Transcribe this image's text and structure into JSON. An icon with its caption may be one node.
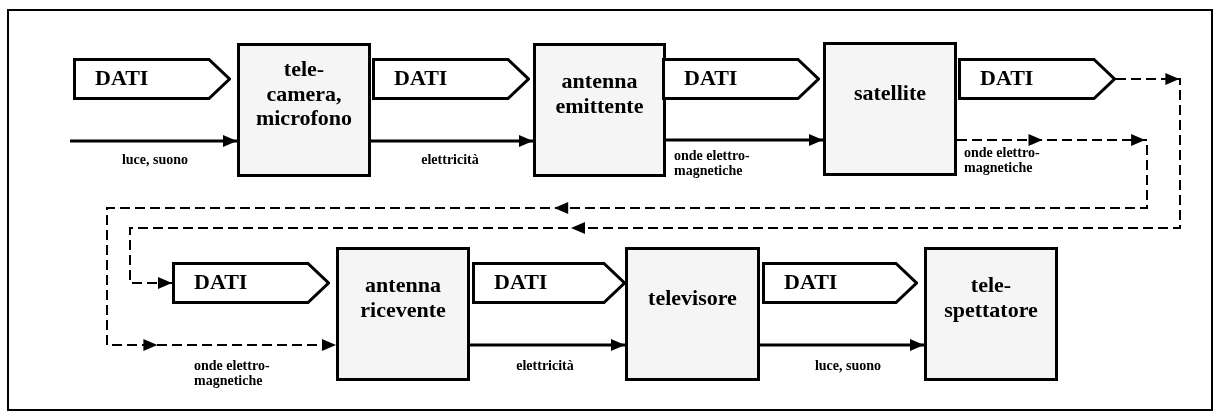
{
  "diagram": {
    "nodes": [
      {
        "text": [
          "DATI"
        ]
      },
      {
        "text": [
          "tele-camera, microfono"
        ]
      },
      {
        "text": [
          "DATI"
        ]
      },
      {
        "text": [
          "antenna emittente"
        ]
      },
      {
        "text": [
          "DATI"
        ]
      },
      {
        "text": [
          "satellite"
        ]
      },
      {
        "text": [
          "DATI"
        ]
      },
      {
        "text": [
          "DATI"
        ]
      },
      {
        "text": [
          "antenna ricevente"
        ]
      },
      {
        "text": [
          "DATI"
        ]
      },
      {
        "text": [
          "televisore"
        ]
      },
      {
        "text": [
          "DATI"
        ]
      },
      {
        "text": [
          "tele-spettatore"
        ]
      }
    ],
    "edges": [
      {
        "from": null,
        "to": 1,
        "arrow": "to",
        "label": "luce, suono"
      },
      {
        "from": 1,
        "to": 3,
        "arrow": "to",
        "label": "elettricità"
      },
      {
        "from": 3,
        "to": 5,
        "arrow": "to",
        "label": "onde elettro-magnetiche"
      },
      {
        "from": 5,
        "to": 8,
        "arrow": "to",
        "label": "onde elettro-magnetiche",
        "style": "dashed"
      },
      {
        "from": 6,
        "to": 7,
        "arrow": "to",
        "style": "dashed"
      },
      {
        "from": 8,
        "to": 10,
        "arrow": "to",
        "label": "elettricità"
      },
      {
        "from": 10,
        "to": 12,
        "arrow": "to",
        "label": "luce, suono"
      }
    ],
    "labels": [
      "onde elettro-magnetiche"
    ]
  }
}
